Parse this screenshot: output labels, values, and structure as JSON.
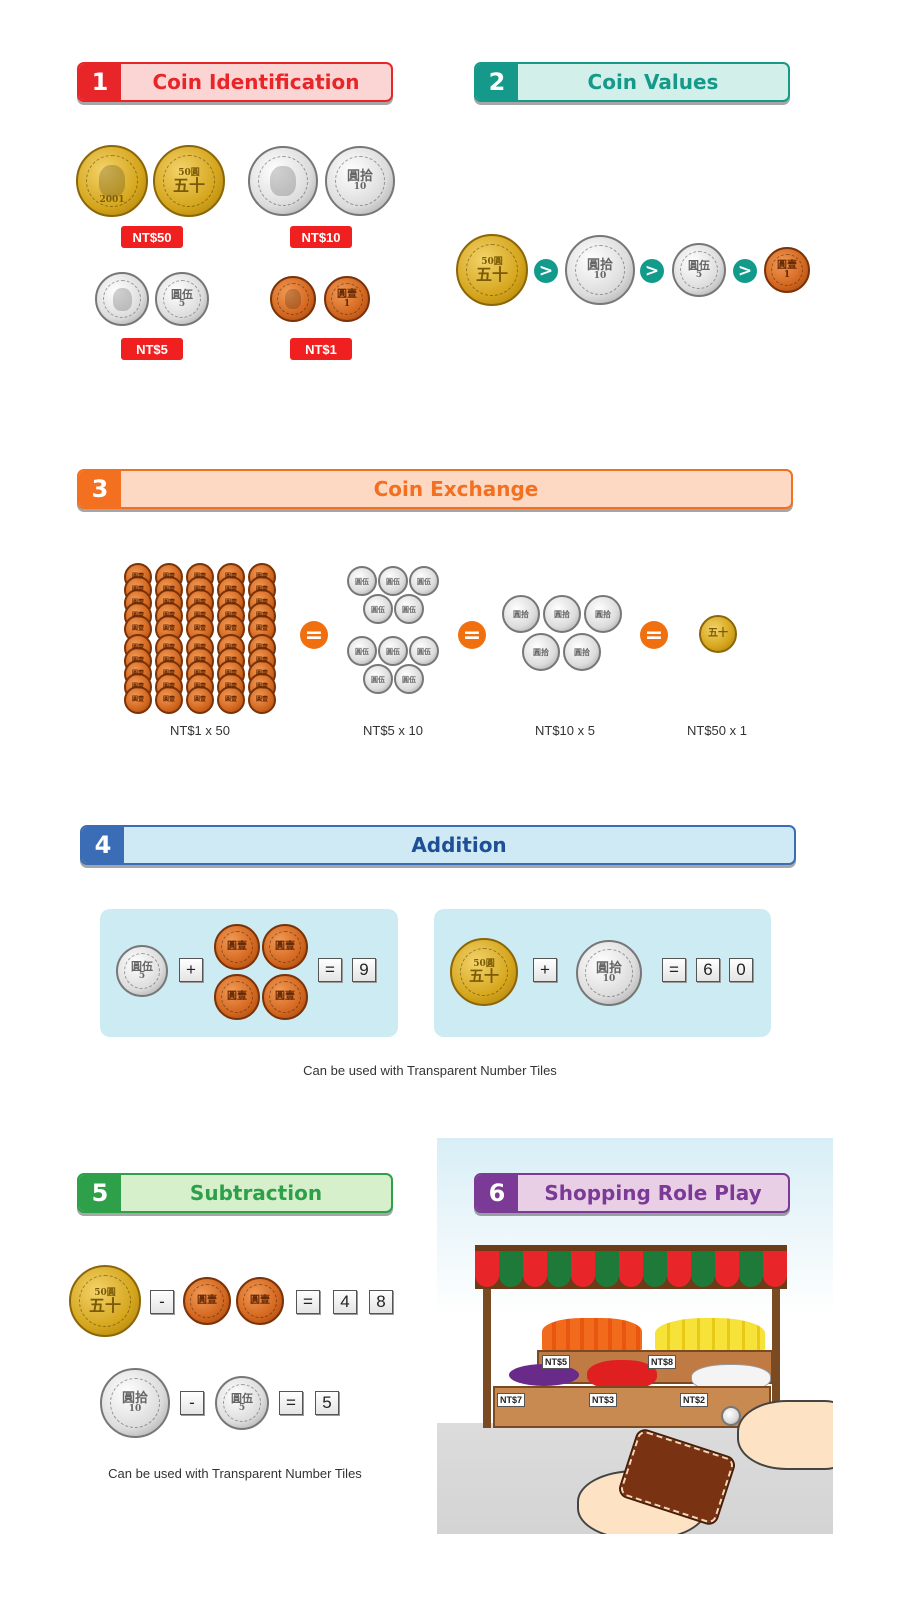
{
  "sections": {
    "s1": {
      "num": "1",
      "title": "Coin Identification"
    },
    "s2": {
      "num": "2",
      "title": "Coin Values"
    },
    "s3": {
      "num": "3",
      "title": "Coin Exchange"
    },
    "s4": {
      "num": "4",
      "title": "Addition"
    },
    "s5": {
      "num": "5",
      "title": "Subtraction"
    },
    "s6": {
      "num": "6",
      "title": "Shopping Role Play"
    }
  },
  "colors": {
    "s1": "#e8262a",
    "s2": "#14998b",
    "s3": "#f37021",
    "s4": "#3a6db5",
    "s5": "#2fa04a",
    "s6": "#7b3a96"
  },
  "coins": {
    "c50": {
      "main": "五十",
      "top": "50圓"
    },
    "c10": {
      "main": "圓拾",
      "sub": "10"
    },
    "c5": {
      "main": "圓伍",
      "sub": "5"
    },
    "c1": {
      "main": "圓壹",
      "sub": "1"
    },
    "year": "2001"
  },
  "identification": {
    "labels": [
      "NT$50",
      "NT$10",
      "NT$5",
      "NT$1"
    ]
  },
  "values": {
    "symbol": ">"
  },
  "exchange": {
    "symbol": "=",
    "captions": [
      "NT$1 x 50",
      "NT$5 x 10",
      "NT$10 x 5",
      "NT$50 x 1"
    ]
  },
  "addition": {
    "plus": "+",
    "eq": "=",
    "result1": [
      "9"
    ],
    "result2": [
      "6",
      "0"
    ],
    "note": "Can be used with Transparent Number Tiles"
  },
  "subtraction": {
    "minus": "-",
    "eq": "=",
    "result1": [
      "4",
      "8"
    ],
    "result2": [
      "5"
    ],
    "note": "Can be used with Transparent Number Tiles"
  },
  "shop": {
    "prices": [
      "NT$5",
      "NT$8",
      "NT$7",
      "NT$3",
      "NT$2"
    ]
  }
}
